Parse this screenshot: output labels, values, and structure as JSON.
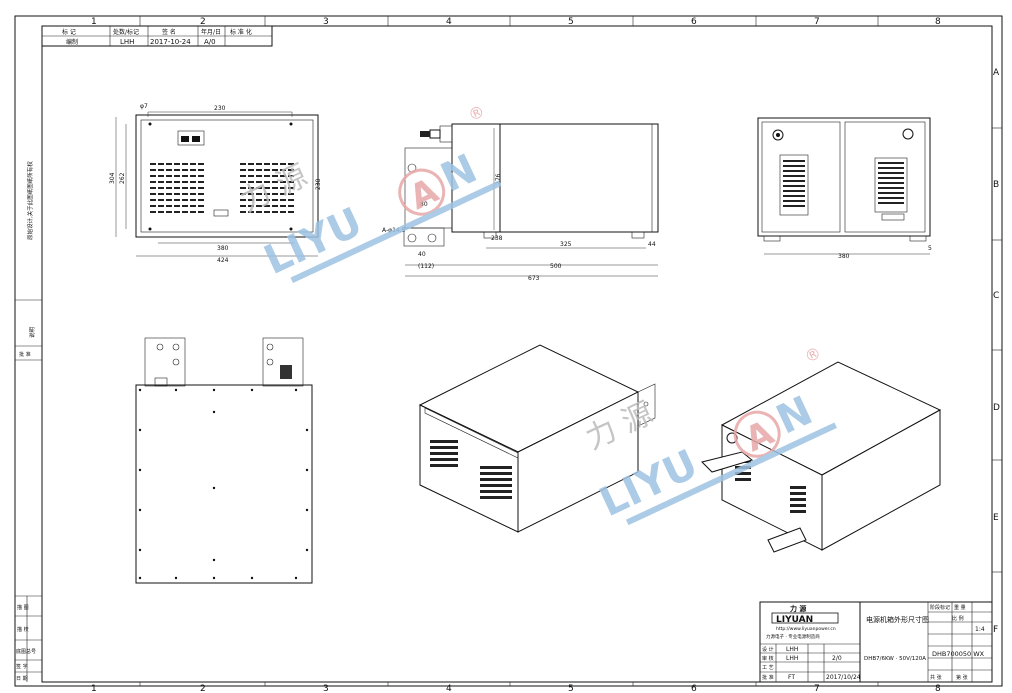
{
  "border": {
    "columns": [
      "1",
      "2",
      "3",
      "4",
      "5",
      "6",
      "7",
      "8"
    ],
    "rows": [
      "A",
      "B",
      "C",
      "D",
      "E",
      "F"
    ]
  },
  "revision_table": {
    "header": [
      "标 记",
      "处数/标记",
      "签 名",
      "年月/日",
      "标 准 化"
    ],
    "row": [
      "编制",
      "LHH",
      "2017-10-24",
      "A/0",
      ""
    ]
  },
  "dimensions": {
    "front": {
      "top_width": "230",
      "hole": "φ7",
      "height_outer": "304",
      "height_inner": "262",
      "bottom_inner": "380",
      "bottom_outer": "424",
      "right": "238"
    },
    "side": {
      "height": "276",
      "hole": "A-φ14.5",
      "w80": "80",
      "w40": "40",
      "bottom_small": "238",
      "span": "325",
      "left_off": "(112)",
      "depth": "500",
      "overall": "673",
      "right_small": "44"
    },
    "rear": {
      "width": "380",
      "right_small": "5"
    }
  },
  "watermark": {
    "cn": "力 源",
    "en_left": "LIYU",
    "en_mid": "A",
    "en_right": "N",
    "reg": "®"
  },
  "left_strip": [
    "原始设计,关于此图纸图纸所有权",
    "说明",
    "批 准",
    "描 图",
    "描 校",
    "底图总号",
    "签 字",
    "日 期"
  ],
  "title_block": {
    "logo_cn": "力 源",
    "logo_en": "LIYUAN",
    "website": "http://www.liyuanpower.cn",
    "company": "力源电子 · 专业电源制造商",
    "drawing_title": "电源机箱外形尺寸图",
    "subtitle": "DHB7/6KW · 50V/120A",
    "drawing_no": "DHB700050 WX",
    "ratio_label": "比 例",
    "ratio": "1:4",
    "sheet_label": "第 张",
    "sheet_total": "共 张",
    "stage_label": "阶段标记",
    "weight_label": "重 量",
    "designer": "LHH",
    "checker": "LHH",
    "approver": "FT",
    "date": "2017/10/24",
    "version": "2/0",
    "row_labels": [
      "设 计",
      "审 核",
      "工 艺",
      "批 准"
    ]
  }
}
